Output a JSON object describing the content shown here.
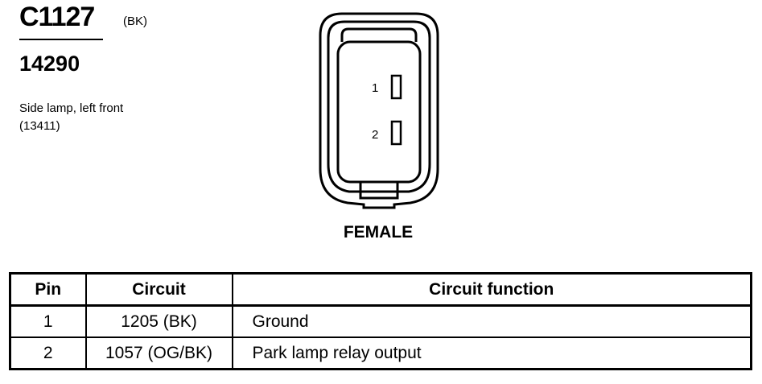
{
  "connector": {
    "id": "C1127",
    "color": "(BK)",
    "part_number": "14290",
    "description_line1": "Side lamp, left front",
    "description_line2": "(13411)",
    "gender": "FEMALE",
    "pin_labels": [
      "1",
      "2"
    ]
  },
  "table": {
    "headers": [
      "Pin",
      "Circuit",
      "Circuit function"
    ],
    "rows": [
      {
        "pin": "1",
        "circuit": "1205 (BK)",
        "function": "Ground"
      },
      {
        "pin": "2",
        "circuit": "1057 (OG/BK)",
        "function": "Park lamp relay output"
      }
    ]
  }
}
